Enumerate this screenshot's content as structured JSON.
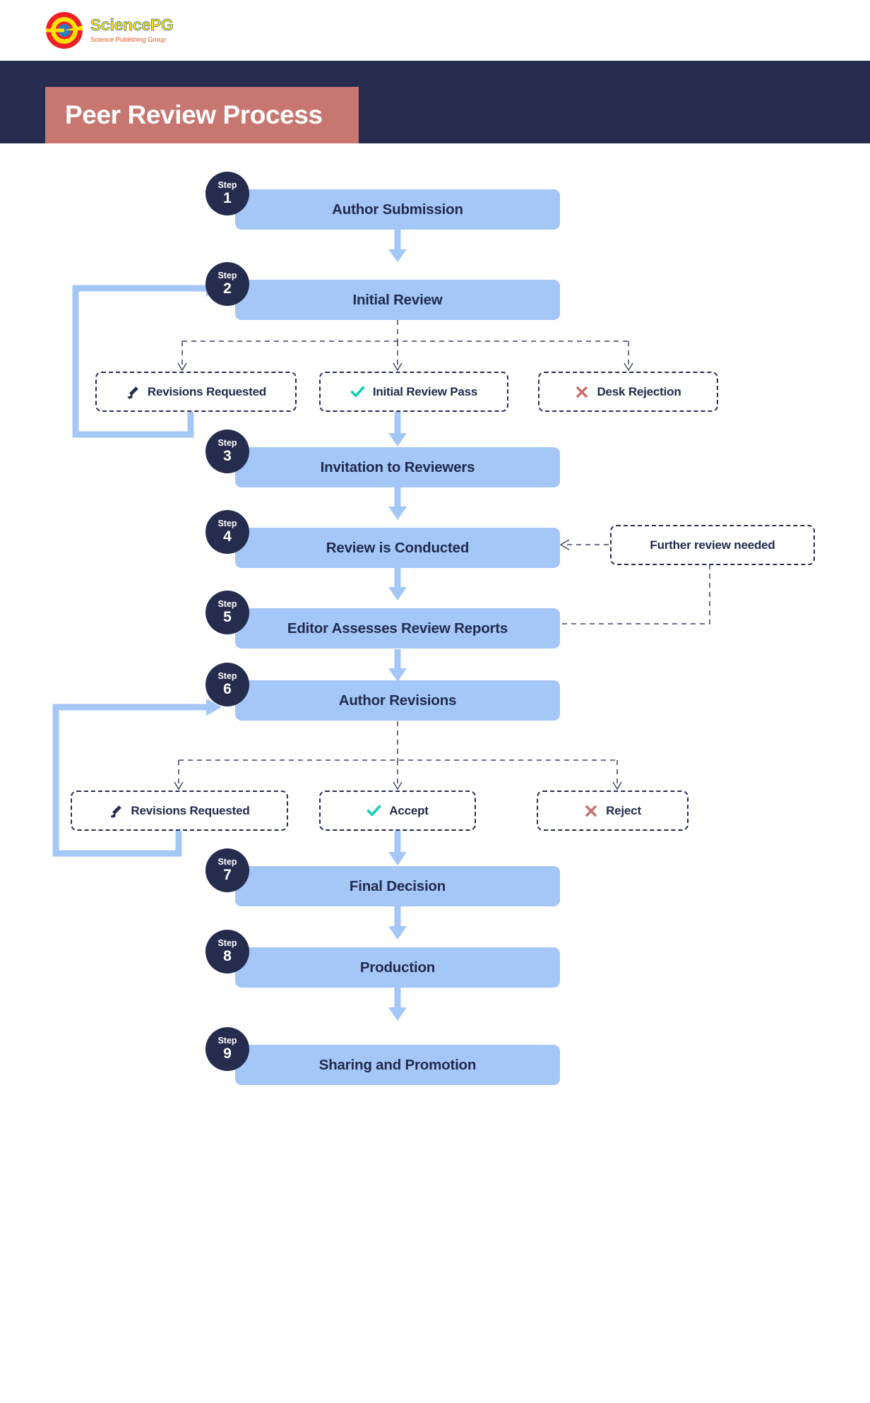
{
  "brand": {
    "logo_title": "SciencePG",
    "logo_subtitle": "Science Publishing Group",
    "logo_icon": "concentric-circle-logo-icon"
  },
  "header": {
    "title": "Peer Review Process",
    "band_color": "#252C4E",
    "chip_color": "#C87670"
  },
  "colors": {
    "step_fill": "#A5C7F8",
    "badge_fill": "#262C4E",
    "text_dark": "#222A4E",
    "check_teal": "#10CFB4",
    "x_red": "#C4706B",
    "arrow_blue": "#A5C7F8",
    "dashed_navy": "#262C4E"
  },
  "chart_data": {
    "type": "flowchart",
    "title": "Peer Review Process",
    "nodes": [
      {
        "id": "s1",
        "kind": "step",
        "step_label": "Step",
        "step_number": "1",
        "label": "Author Submission"
      },
      {
        "id": "s2",
        "kind": "step",
        "step_label": "Step",
        "step_number": "2",
        "label": "Initial Review"
      },
      {
        "id": "d1a",
        "kind": "decision",
        "icon": "pencil-icon",
        "label": "Revisions Requested"
      },
      {
        "id": "d1b",
        "kind": "decision",
        "icon": "check-icon",
        "label": "Initial Review Pass"
      },
      {
        "id": "d1c",
        "kind": "decision",
        "icon": "x-icon",
        "label": "Desk Rejection"
      },
      {
        "id": "s3",
        "kind": "step",
        "step_label": "Step",
        "step_number": "3",
        "label": "Invitation to Reviewers"
      },
      {
        "id": "s4",
        "kind": "step",
        "step_label": "Step",
        "step_number": "4",
        "label": "Review is Conducted"
      },
      {
        "id": "fr",
        "kind": "decision",
        "icon": "none",
        "label": "Further review needed"
      },
      {
        "id": "s5",
        "kind": "step",
        "step_label": "Step",
        "step_number": "5",
        "label": "Editor Assesses Review Reports"
      },
      {
        "id": "s6",
        "kind": "step",
        "step_label": "Step",
        "step_number": "6",
        "label": "Author Revisions"
      },
      {
        "id": "d2a",
        "kind": "decision",
        "icon": "pencil-icon",
        "label": "Revisions Requested"
      },
      {
        "id": "d2b",
        "kind": "decision",
        "icon": "check-icon",
        "label": "Accept"
      },
      {
        "id": "d2c",
        "kind": "decision",
        "icon": "x-icon",
        "label": "Reject"
      },
      {
        "id": "s7",
        "kind": "step",
        "step_label": "Step",
        "step_number": "7",
        "label": "Final Decision"
      },
      {
        "id": "s8",
        "kind": "step",
        "step_label": "Step",
        "step_number": "8",
        "label": "Production"
      },
      {
        "id": "s9",
        "kind": "step",
        "step_label": "Step",
        "step_number": "9",
        "label": "Sharing and Promotion"
      }
    ],
    "edges": [
      {
        "from": "s1",
        "to": "s2",
        "style": "solid"
      },
      {
        "from": "s2",
        "to": "d1a",
        "style": "dashed"
      },
      {
        "from": "s2",
        "to": "d1b",
        "style": "dashed"
      },
      {
        "from": "s2",
        "to": "d1c",
        "style": "dashed"
      },
      {
        "from": "d1a",
        "to": "s2",
        "style": "solid-loop"
      },
      {
        "from": "d1b",
        "to": "s3",
        "style": "solid"
      },
      {
        "from": "s3",
        "to": "s4",
        "style": "solid"
      },
      {
        "from": "fr",
        "to": "s4",
        "style": "dashed"
      },
      {
        "from": "s4",
        "to": "s5",
        "style": "solid"
      },
      {
        "from": "s5",
        "to": "fr",
        "style": "dashed"
      },
      {
        "from": "s5",
        "to": "s6",
        "style": "solid"
      },
      {
        "from": "s6",
        "to": "d2a",
        "style": "dashed"
      },
      {
        "from": "s6",
        "to": "d2b",
        "style": "dashed"
      },
      {
        "from": "s6",
        "to": "d2c",
        "style": "dashed"
      },
      {
        "from": "d2a",
        "to": "s6",
        "style": "solid-loop"
      },
      {
        "from": "d2b",
        "to": "s7",
        "style": "solid"
      },
      {
        "from": "s7",
        "to": "s8",
        "style": "solid"
      },
      {
        "from": "s8",
        "to": "s9",
        "style": "solid"
      }
    ]
  }
}
